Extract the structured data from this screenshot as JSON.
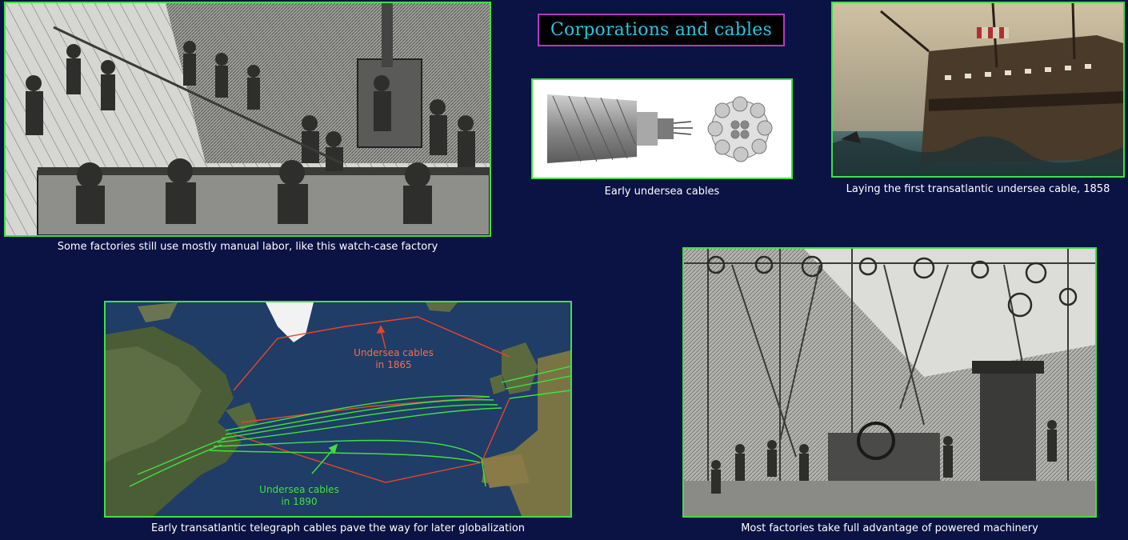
{
  "slide": {
    "title": "Corporations and cables",
    "colors": {
      "background": "#0b1244",
      "frame": "#3fe23f",
      "title_text": "#29c3e8",
      "title_border": "#b23ac4",
      "cables_1865": "#e8442b",
      "cables_1890": "#3fe23f"
    }
  },
  "panels": {
    "watch_factory": {
      "caption": "Some factories still use mostly manual labor, like this watch-case factory"
    },
    "cable_section": {
      "caption": "Early undersea cables"
    },
    "cable_ship": {
      "caption": "Laying the first transatlantic undersea cable, 1858"
    },
    "cable_map": {
      "caption": "Early transatlantic telegraph cables pave the way for later globalization",
      "label_1865_line1": "Undersea cables",
      "label_1865_line2": "in 1865",
      "label_1890_line1": "Undersea cables",
      "label_1890_line2": "in 1890"
    },
    "powered_factory": {
      "caption": "Most factories take full advantage of powered machinery"
    }
  }
}
